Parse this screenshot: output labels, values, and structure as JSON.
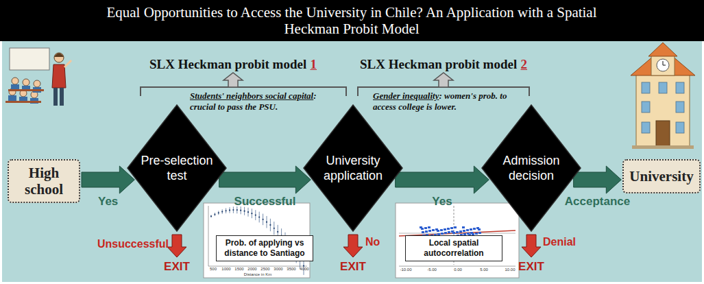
{
  "diagram": {
    "title": "Equal Opportunities to Access the University in Chile? An Application with a Spatial Heckman Probit Model",
    "nodes": [
      {
        "text": [
          "High school"
        ]
      },
      {
        "text": [
          "Pre-selection test"
        ]
      },
      {
        "text": [
          "University application"
        ]
      },
      {
        "text": [
          "Admission decision"
        ]
      },
      {
        "text": [
          "University"
        ]
      },
      {
        "text": [
          "Prob. of applying vs distance to Santiago"
        ]
      },
      {
        "text": [
          "Local spatial autocorrelation"
        ]
      }
    ],
    "edges": [
      {
        "from": 0,
        "to": 1,
        "label": "Yes",
        "arrow": "to"
      },
      {
        "from": 1,
        "to": 2,
        "label": "Successful",
        "arrow": "to"
      },
      {
        "from": 2,
        "to": 3,
        "label": "Yes",
        "arrow": "to"
      },
      {
        "from": 3,
        "to": 4,
        "label": "Acceptance",
        "arrow": "to"
      }
    ],
    "labels": [
      "SLX Heckman probit model",
      "1",
      "SLX Heckman probit model",
      "2",
      "Students' neighbors social capital",
      ": crucial to pass the PSU.",
      "Gender inequality",
      ": women's prob. to access college is lower.",
      "Unsuccessful",
      "EXIT",
      "No",
      "EXIT",
      "Denial",
      "EXIT",
      "500",
      "1000",
      "1500",
      "2000",
      "2500",
      "3000",
      "3500",
      "4000",
      "Distance in Km",
      "-10.00",
      "-5.00",
      "0.00",
      "5.00",
      "10.00"
    ]
  }
}
